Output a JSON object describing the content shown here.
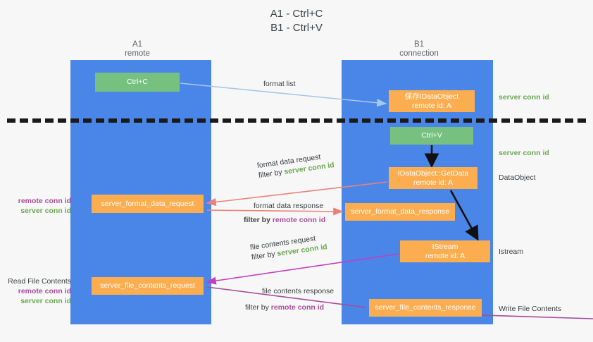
{
  "title": "A1 - Ctrl+C\nB1 - Ctrl+V",
  "lanes": {
    "left": {
      "header": "A1\nremote",
      "color": "#4a86e8"
    },
    "right": {
      "header": "B1\nconnection",
      "color": "#4a86e8"
    }
  },
  "colors": {
    "lane": "#4a86e8",
    "green_box": "#76c180",
    "orange_box": "#fcad4f",
    "green_text": "#6aa84f",
    "purple_text": "#a64d9a",
    "arrow_blue": "#a8c7e8",
    "arrow_red": "#e8837a",
    "arrow_magenta": "#c13fbe",
    "arrow_purple": "#a64d9a",
    "arrow_black": "#1a1a1a",
    "divider": "#1a1a1a",
    "background": "#f7f7f7"
  },
  "nodes": {
    "ctrl_c": "Ctrl+C",
    "data_object": "保存IDataObject\nremote id: A",
    "ctrl_v": "Ctrl+V",
    "get_data": "IDataObject::GetData\nremote id: A",
    "server_format_data_request": "server_format_data_request",
    "server_format_data_response": "server_format_data_response",
    "istream": "IStream\nremote id: A",
    "server_file_contents_request": "server_file_contents_request",
    "server_file_contents_response": "server_file_contents_response"
  },
  "edge_labels": {
    "format_list": "format list",
    "format_data_request": {
      "line1": "format data request",
      "filter_prefix": "filter by ",
      "filter_value": "server conn id"
    },
    "format_data_response": {
      "line1": "format data response",
      "filter_prefix": "filter by ",
      "filter_value": "remote conn id"
    },
    "file_contents_request": {
      "line1": "file contents request",
      "filter_prefix": "filter by ",
      "filter_value": "server conn id"
    },
    "file_contents_response": {
      "line1": "file contents response",
      "filter_prefix": "filter by ",
      "filter_value": "remote conn id"
    }
  },
  "annotations": {
    "server_conn_id_top": "server conn id",
    "server_conn_id_mid": "server conn id",
    "data_object": "DataObject",
    "istream": "Istream",
    "write_file_contents": "Write File Contents",
    "read_file_contents": "Read File Contents",
    "remote_conn_id": "remote conn id",
    "server_conn_id": "server conn id"
  }
}
